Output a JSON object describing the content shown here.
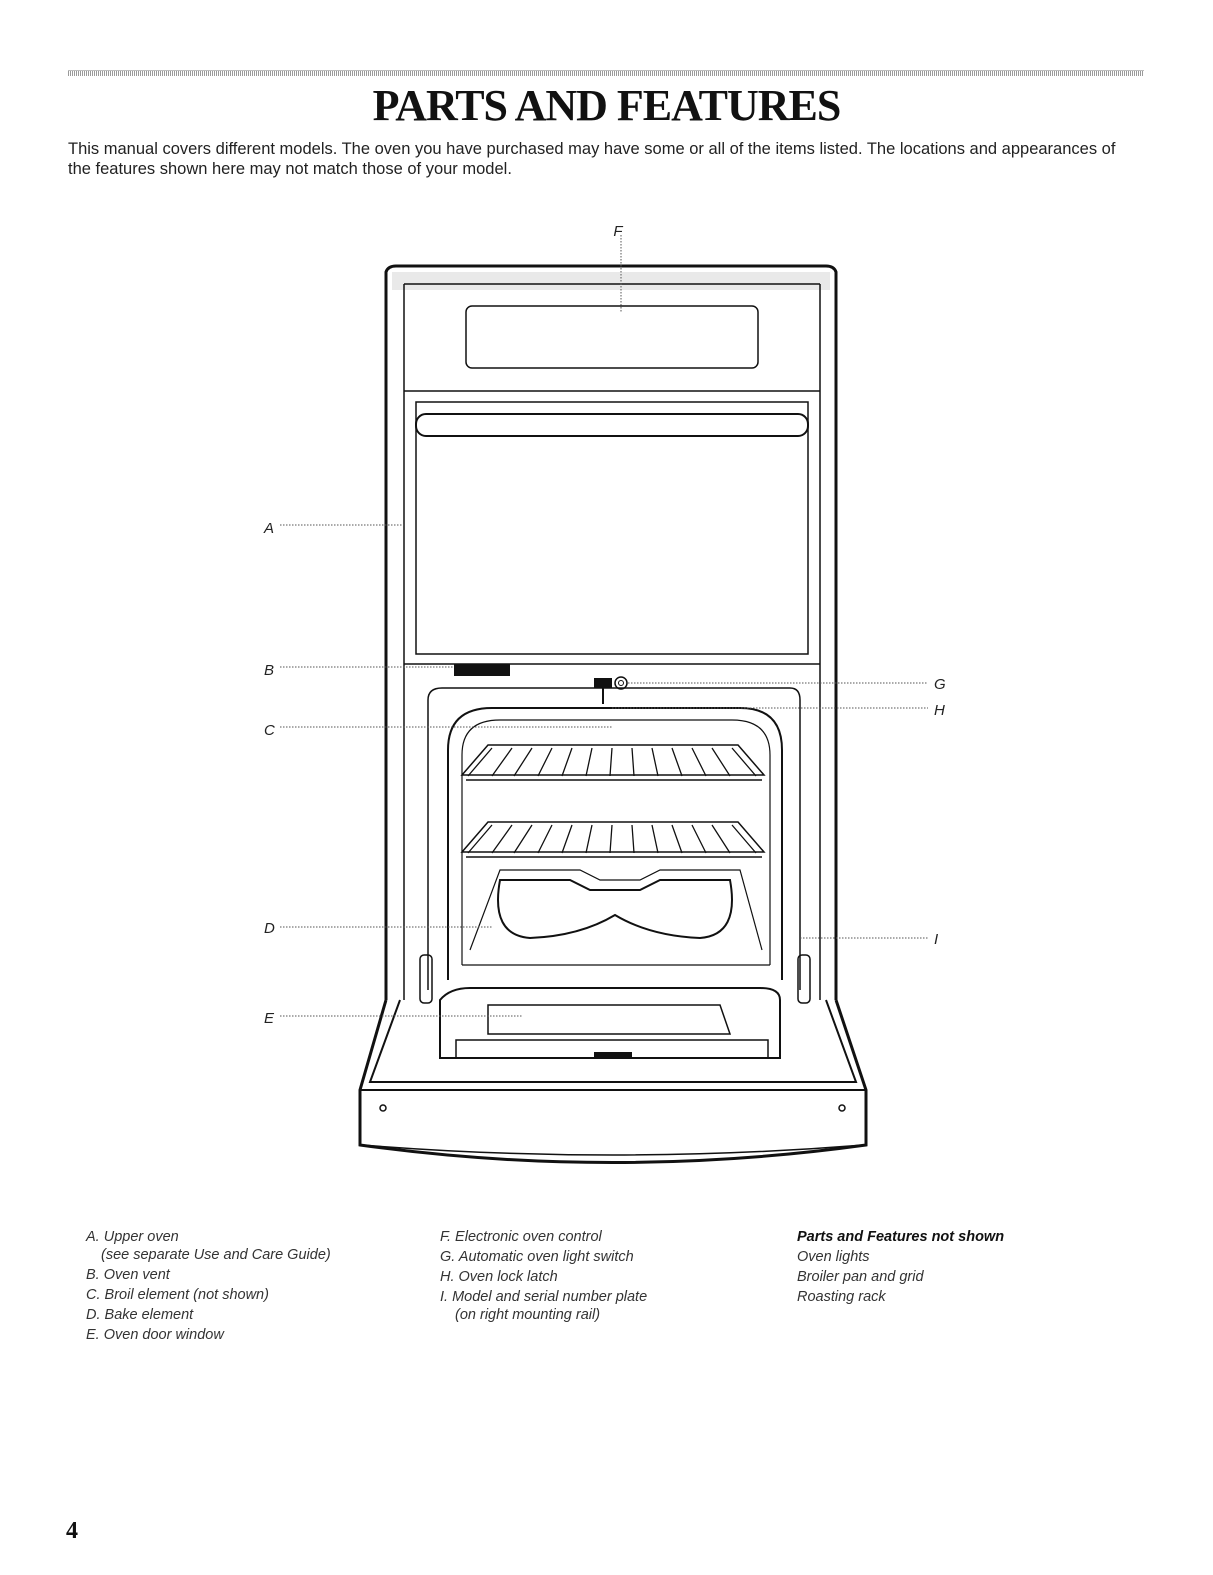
{
  "header": {
    "title": "PARTS AND FEATURES",
    "intro": "This manual covers different models. The oven you have purchased may have some or all of the items listed. The locations and appearances of the features shown here may not match those of your model."
  },
  "diagram": {
    "callouts": [
      "A",
      "B",
      "C",
      "D",
      "E",
      "F",
      "G",
      "H",
      "I"
    ]
  },
  "legend": {
    "col1": [
      {
        "text": "A. Upper oven",
        "sub": "(see separate Use and Care Guide)"
      },
      {
        "text": "B. Oven vent"
      },
      {
        "text": "C. Broil element (not shown)"
      },
      {
        "text": "D. Bake element"
      },
      {
        "text": "E. Oven door window"
      }
    ],
    "col2": [
      {
        "text": "F. Electronic oven control"
      },
      {
        "text": "G. Automatic oven light switch"
      },
      {
        "text": "H. Oven lock latch"
      },
      {
        "text": "I. Model and serial number plate",
        "sub": "(on right mounting rail)"
      }
    ],
    "col3": {
      "heading": "Parts and Features not shown",
      "items": [
        "Oven lights",
        "Broiler pan and grid",
        "Roasting rack"
      ]
    }
  },
  "page_number": "4"
}
